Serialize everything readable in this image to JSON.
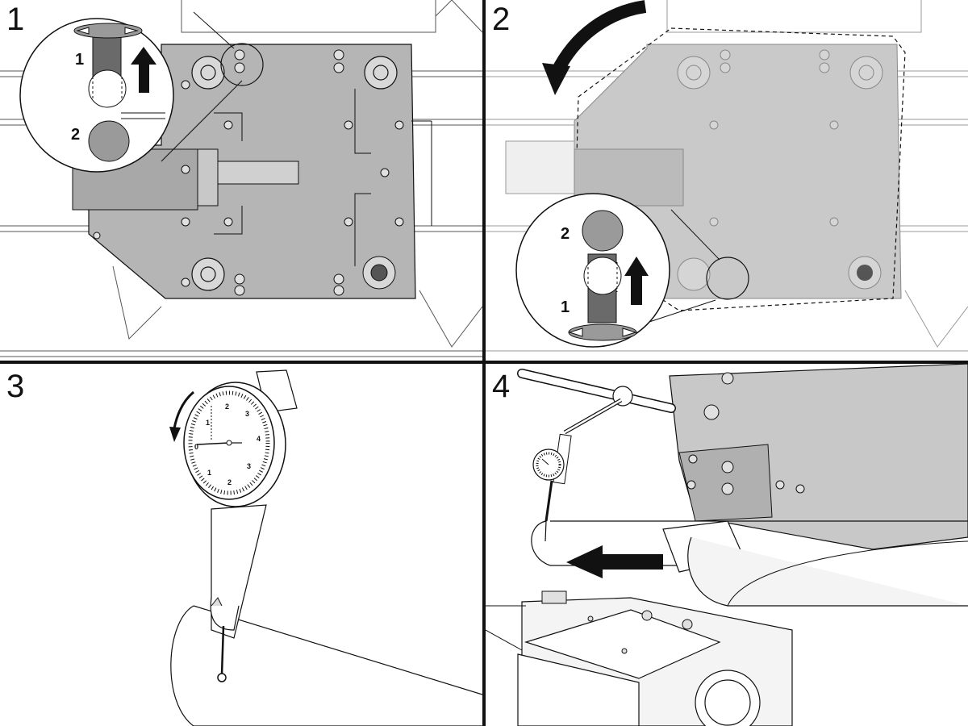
{
  "panels": [
    {
      "number": "1",
      "callout_labels": [
        "1",
        "2"
      ],
      "description": "Loosen bolts (1) and push plate up against stop (2)"
    },
    {
      "number": "2",
      "callout_labels": [
        "1",
        "2"
      ],
      "description": "Rotate turret assembly counter-clockwise; bolt (1), stop (2)"
    },
    {
      "number": "3",
      "dial_labels": [
        "0",
        "1",
        "2",
        "3",
        "4",
        "3",
        "2",
        "1"
      ],
      "description": "Dial indicator reading, arrow counter-clockwise"
    },
    {
      "number": "4",
      "description": "Indicator mounted on arm; sweep along bar (arrow left)"
    }
  ],
  "colors": {
    "line": "#111111",
    "plate": "#b5b5b5",
    "shade": "#8a8a8a",
    "stop": "#9a9a9a",
    "bolt": "#6a6a6a",
    "bg": "#ffffff"
  }
}
